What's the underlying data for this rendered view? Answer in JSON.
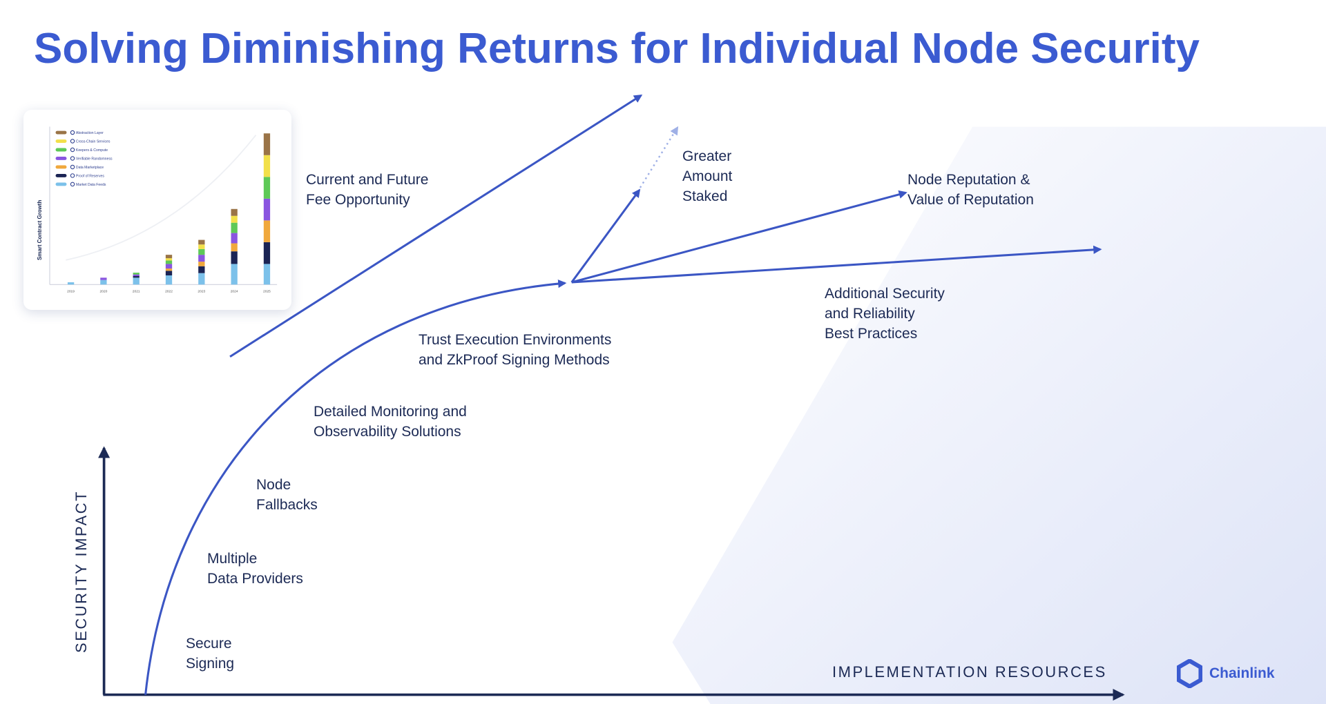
{
  "title": "Solving Diminishing Returns for Individual Node Security",
  "axes": {
    "y_label": "SECURITY IMPACT",
    "x_label": "IMPLEMENTATION RESOURCES"
  },
  "labels": {
    "fee": [
      "Current and Future",
      "Fee Opportunity"
    ],
    "staked": [
      "Greater",
      "Amount",
      "Staked"
    ],
    "reputation": [
      "Node Reputation &",
      "Value of Reputation"
    ],
    "additional": [
      "Additional Security",
      "and Reliability",
      "Best Practices"
    ],
    "tee": [
      "Trust Execution Environments",
      "and ZkProof Signing Methods"
    ],
    "monitoring": [
      "Detailed Monitoring and",
      "Observability Solutions"
    ],
    "fallbacks": [
      "Node",
      "Fallbacks"
    ],
    "providers": [
      "Multiple",
      "Data Providers"
    ],
    "signing": [
      "Secure",
      "Signing"
    ]
  },
  "brand": {
    "name": "Chainlink",
    "color": "#3b5bd1"
  },
  "colors": {
    "title": "#3b5bd1",
    "arrow": "#3b56c4",
    "axis": "#1c2a55"
  },
  "chart_data": {
    "type": "bar",
    "stacked": true,
    "ylabel": "Smart Contract Growth",
    "xlabel": "",
    "categories": [
      "2019",
      "2020",
      "2021",
      "2022",
      "2023",
      "2024",
      "2025"
    ],
    "legend_position": "top-left",
    "series": [
      {
        "name": "Market Data Feeds",
        "color": "#7cc1ea",
        "values": [
          1,
          2,
          3,
          4,
          5,
          9,
          9
        ]
      },
      {
        "name": "Proof of Reserves",
        "color": "#1b2454",
        "values": [
          0,
          0,
          0.7,
          2,
          3,
          5.5,
          9.5
        ]
      },
      {
        "name": "Data Marketplace",
        "color": "#f0a83c",
        "values": [
          0,
          0,
          0,
          1,
          2,
          3.5,
          9.5
        ]
      },
      {
        "name": "Verifiable Randomness",
        "color": "#8a55e0",
        "values": [
          0,
          1,
          0.7,
          2,
          3,
          4.5,
          9.5
        ]
      },
      {
        "name": "Keepers & Compute",
        "color": "#5ec957",
        "values": [
          0,
          0,
          0.8,
          1.5,
          2.5,
          4.5,
          9.5
        ]
      },
      {
        "name": "Cross-Chain Services",
        "color": "#f2e04a",
        "values": [
          0,
          0,
          0,
          1,
          2,
          3,
          9.5
        ]
      },
      {
        "name": "Abstraction Layer",
        "color": "#9a7447",
        "values": [
          0,
          0,
          0,
          1.5,
          2,
          3,
          9.5
        ]
      }
    ]
  }
}
